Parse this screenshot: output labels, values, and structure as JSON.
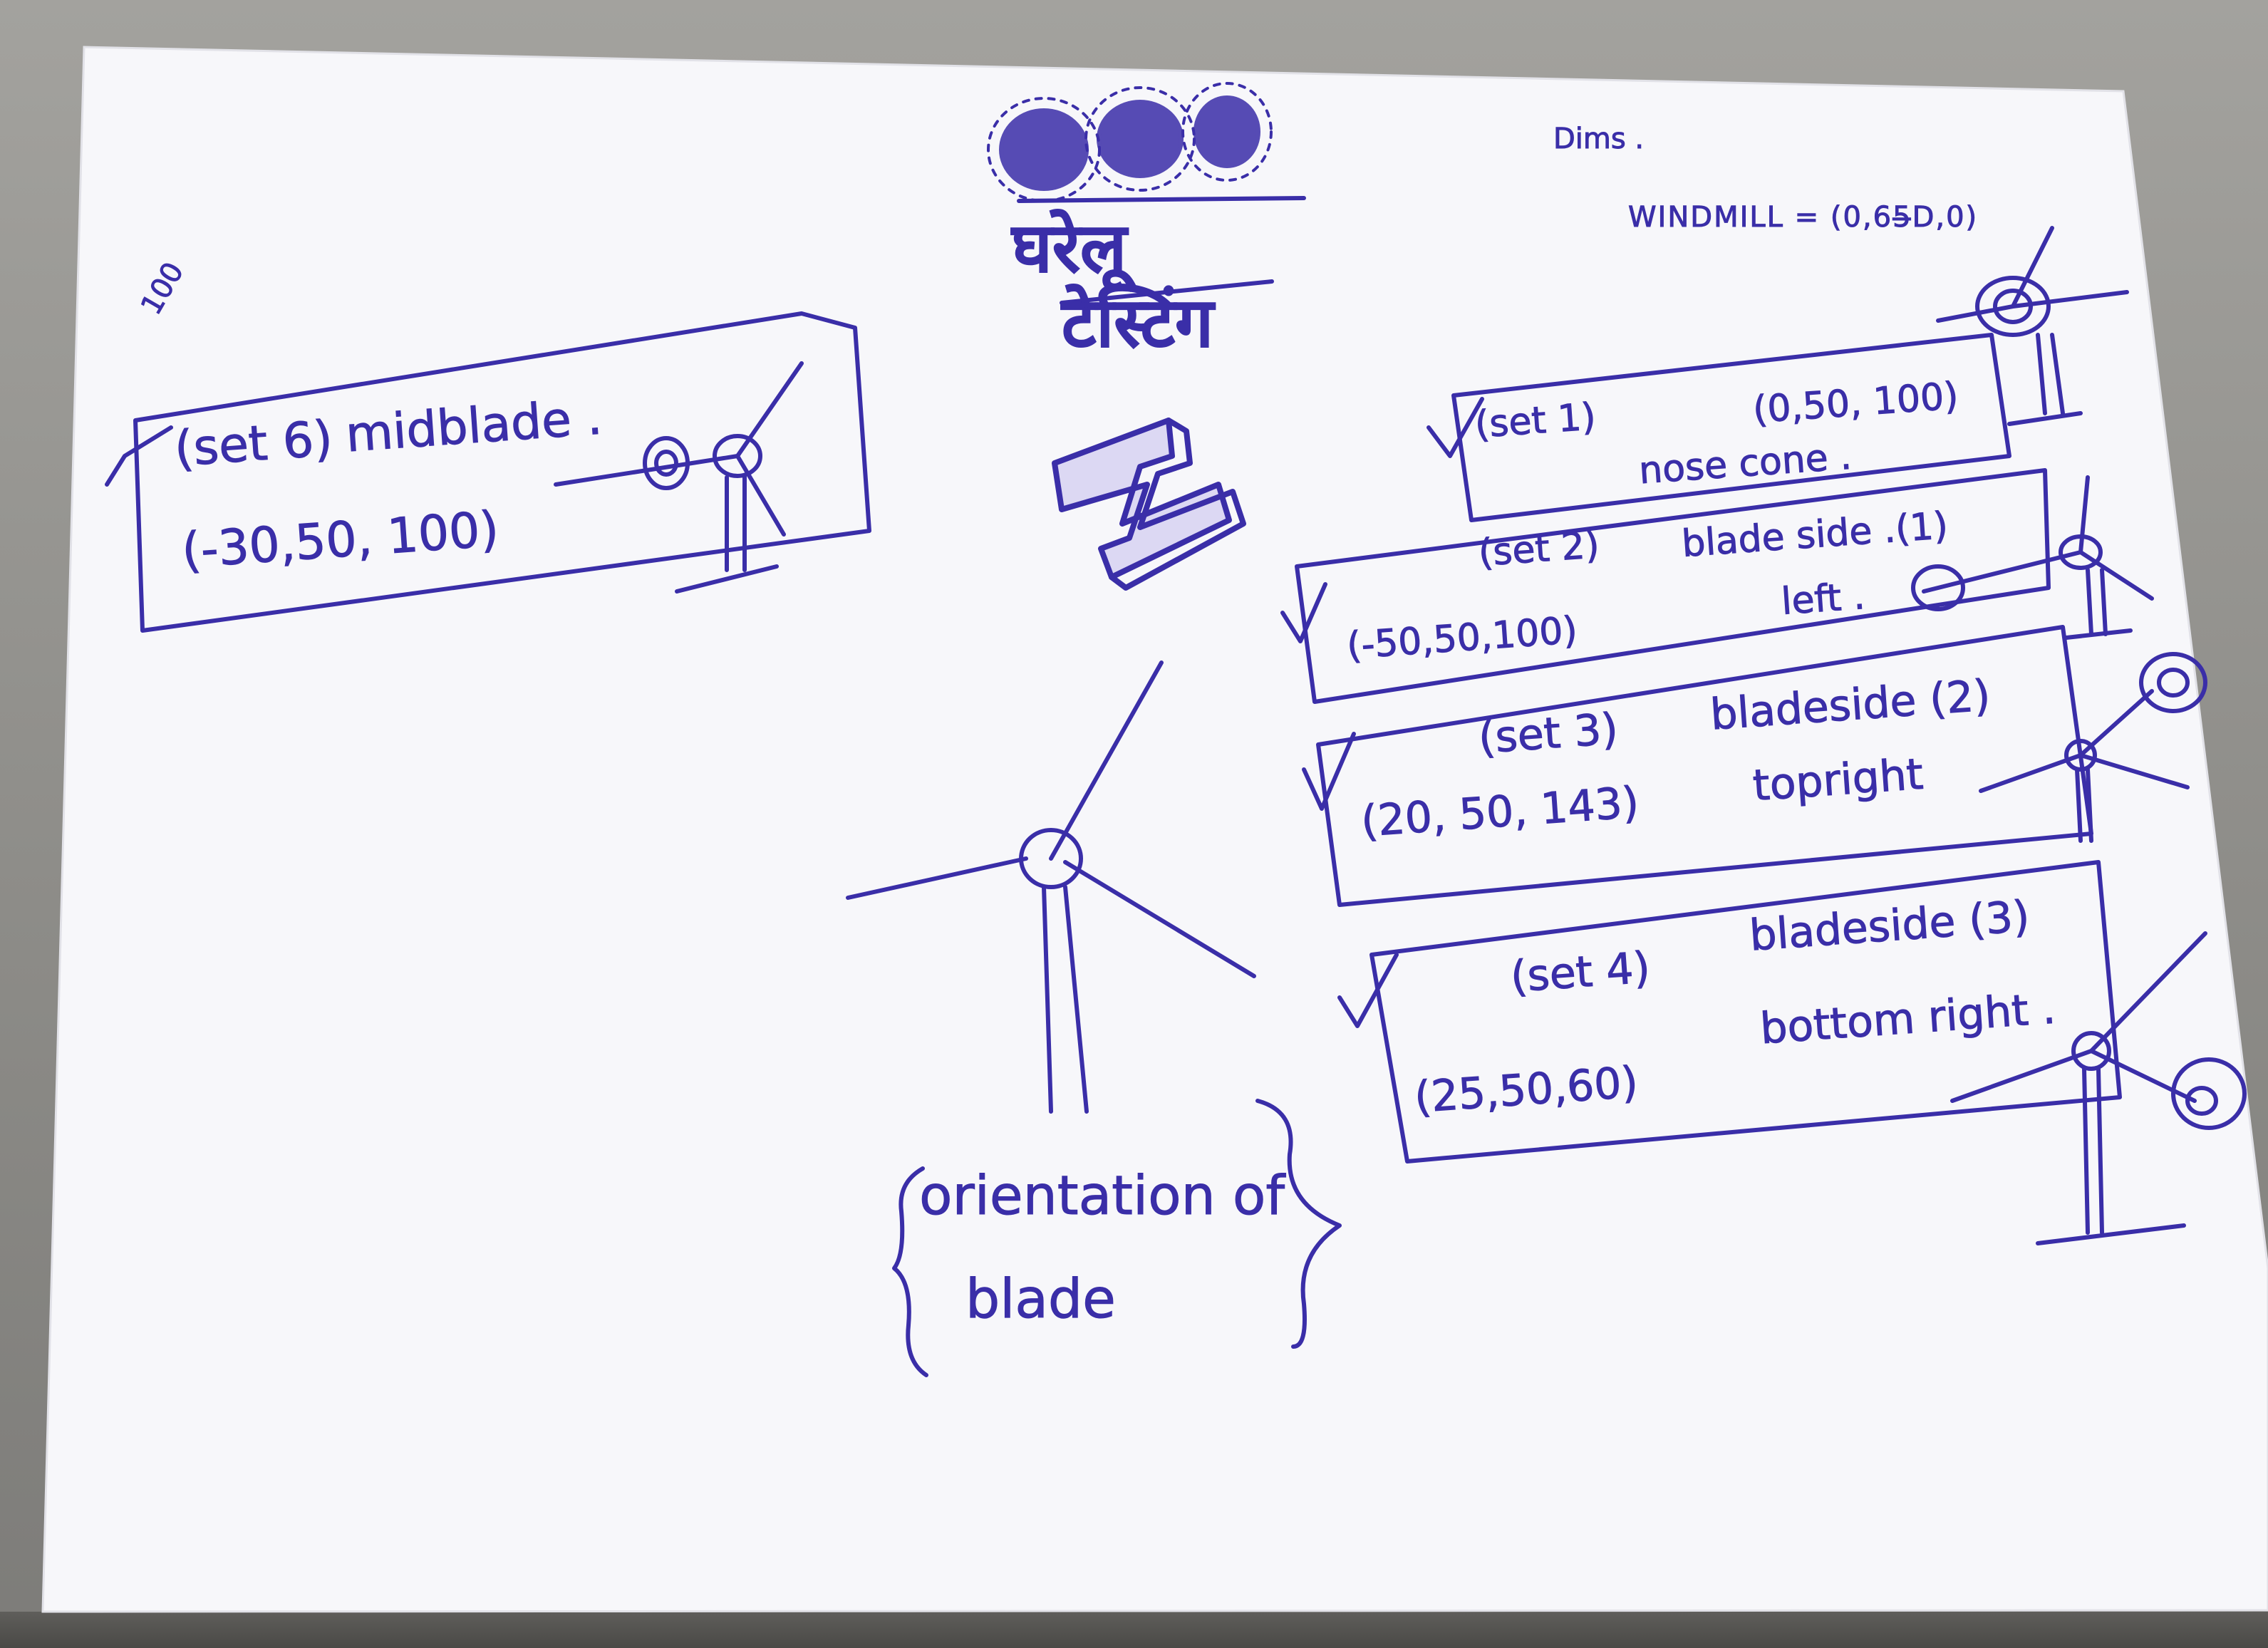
{
  "sheet": {
    "dims_heading": "Dims .",
    "windmill_coords": "WINDMILL = (0,65̶D,0)",
    "margin_number": "100",
    "hindi_title_line1": "घरेलू",
    "hindi_title_line2": "टेस्टिंग",
    "orientation_line1": "orientation of",
    "orientation_line2": "blade",
    "check_mark": "✓",
    "sets": [
      {
        "tag": "(set 6)",
        "desc": "midblade .",
        "coords": "(-30,50, 100)"
      },
      {
        "tag": "(set 1)",
        "desc": "nose cone .",
        "coords": "(0,50, 100)"
      },
      {
        "tag": "(set 2)",
        "desc": "blade side .(1)",
        "desc2": "left .",
        "coords": "(-50,50,100)"
      },
      {
        "tag": "(set 3)",
        "desc": "bladeside (2)",
        "desc2": "topright",
        "coords": "(20, 50, 143)"
      },
      {
        "tag": "(set 4)",
        "desc": "bladeside (3)",
        "desc2": "bottom right .",
        "coords": "(25,50,60)"
      }
    ]
  },
  "colors": {
    "ink": "#3a2ea8",
    "paper": "#f7f7fa",
    "desk": "#8d8c88"
  },
  "icons": [
    "windmill-sketch-icon",
    "scribble-cloud-icon",
    "block-letter-logo-icon",
    "checkmark-icon",
    "target-circle-icon"
  ]
}
